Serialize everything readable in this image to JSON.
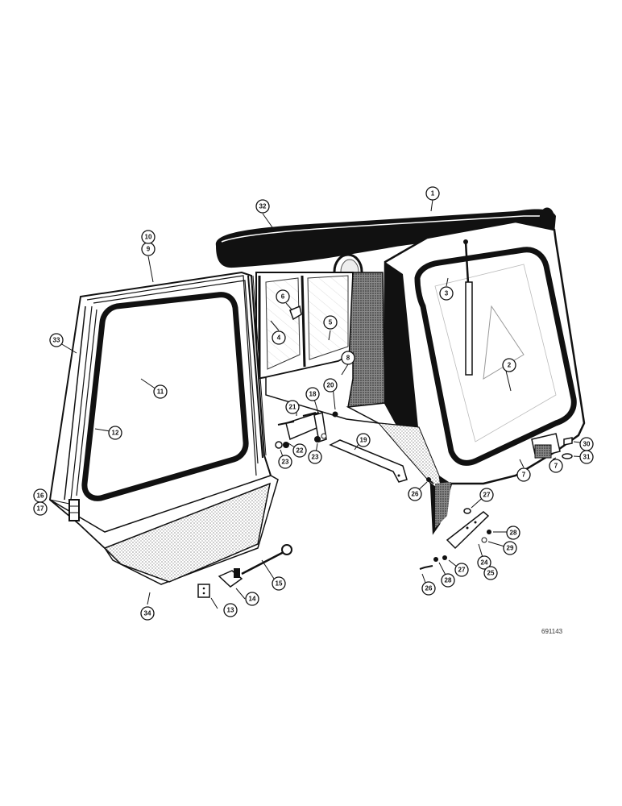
{
  "diagram": {
    "reference_code": "691143",
    "callouts": [
      {
        "id": "c1",
        "label": "1"
      },
      {
        "id": "c2",
        "label": "2"
      },
      {
        "id": "c3",
        "label": "3"
      },
      {
        "id": "c4",
        "label": "4"
      },
      {
        "id": "c5",
        "label": "5"
      },
      {
        "id": "c6",
        "label": "6"
      },
      {
        "id": "c7a",
        "label": "7"
      },
      {
        "id": "c7b",
        "label": "7"
      },
      {
        "id": "c8",
        "label": "8"
      },
      {
        "id": "c9",
        "label": "9"
      },
      {
        "id": "c10",
        "label": "10"
      },
      {
        "id": "c11",
        "label": "11"
      },
      {
        "id": "c12",
        "label": "12"
      },
      {
        "id": "c13",
        "label": "13"
      },
      {
        "id": "c14",
        "label": "14"
      },
      {
        "id": "c15",
        "label": "15"
      },
      {
        "id": "c16",
        "label": "16"
      },
      {
        "id": "c17",
        "label": "17"
      },
      {
        "id": "c18",
        "label": "18"
      },
      {
        "id": "c19",
        "label": "19"
      },
      {
        "id": "c20",
        "label": "20"
      },
      {
        "id": "c21",
        "label": "21"
      },
      {
        "id": "c22",
        "label": "22"
      },
      {
        "id": "c23a",
        "label": "23"
      },
      {
        "id": "c23b",
        "label": "23"
      },
      {
        "id": "c24",
        "label": "24"
      },
      {
        "id": "c25",
        "label": "25"
      },
      {
        "id": "c26a",
        "label": "26"
      },
      {
        "id": "c26b",
        "label": "26"
      },
      {
        "id": "c27a",
        "label": "27"
      },
      {
        "id": "c27b",
        "label": "27"
      },
      {
        "id": "c28a",
        "label": "28"
      },
      {
        "id": "c28b",
        "label": "28"
      },
      {
        "id": "c29",
        "label": "29"
      },
      {
        "id": "c30",
        "label": "30"
      },
      {
        "id": "c31",
        "label": "31"
      },
      {
        "id": "c32a",
        "label": "32"
      },
      {
        "id": "c32b",
        "label": "33"
      },
      {
        "id": "c34",
        "label": "34"
      }
    ]
  }
}
